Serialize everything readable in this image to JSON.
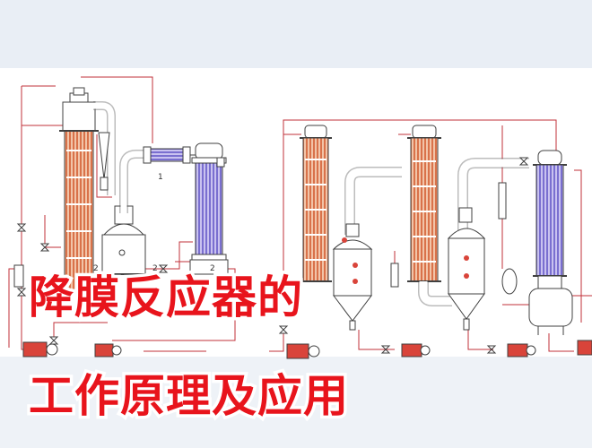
{
  "title": {
    "line1": "降膜反应器的",
    "line2": "工作原理及应用"
  },
  "diagram": {
    "labels": [
      "1",
      "2",
      "2",
      "2"
    ]
  },
  "colors": {
    "title_text": "#e8141c",
    "title_outline": "#ffffff",
    "pipe": "#c0303a",
    "tube_orange": "#d9724a",
    "tube_purple": "#7a6fd0",
    "outline": "#404040",
    "background": "#e9eef5"
  }
}
